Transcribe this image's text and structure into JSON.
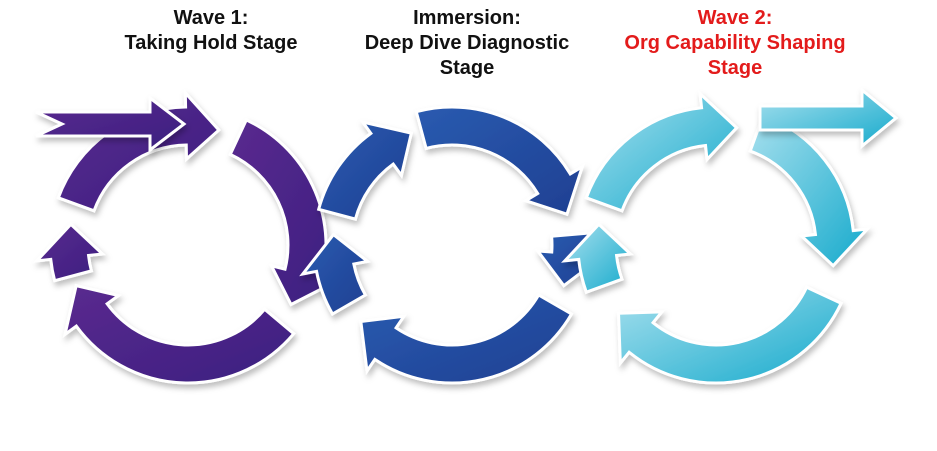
{
  "stages": [
    {
      "line1": "Wave 1:",
      "line2": "Taking Hold Stage",
      "line3": "",
      "text_color": "#111111",
      "arrow_gradient": [
        "#5a2a8f",
        "#3b1f80"
      ]
    },
    {
      "line1": "Immersion:",
      "line2": "Deep Dive Diagnostic",
      "line3": "Stage",
      "text_color": "#111111",
      "arrow_gradient": [
        "#2a5bb0",
        "#1e3f92"
      ]
    },
    {
      "line1": "Wave 2:",
      "line2": "Org Capability Shaping",
      "line3": "Stage",
      "text_color": "#e31b1b",
      "arrow_gradient": [
        "#a8e0ee",
        "#15aacc"
      ]
    }
  ]
}
